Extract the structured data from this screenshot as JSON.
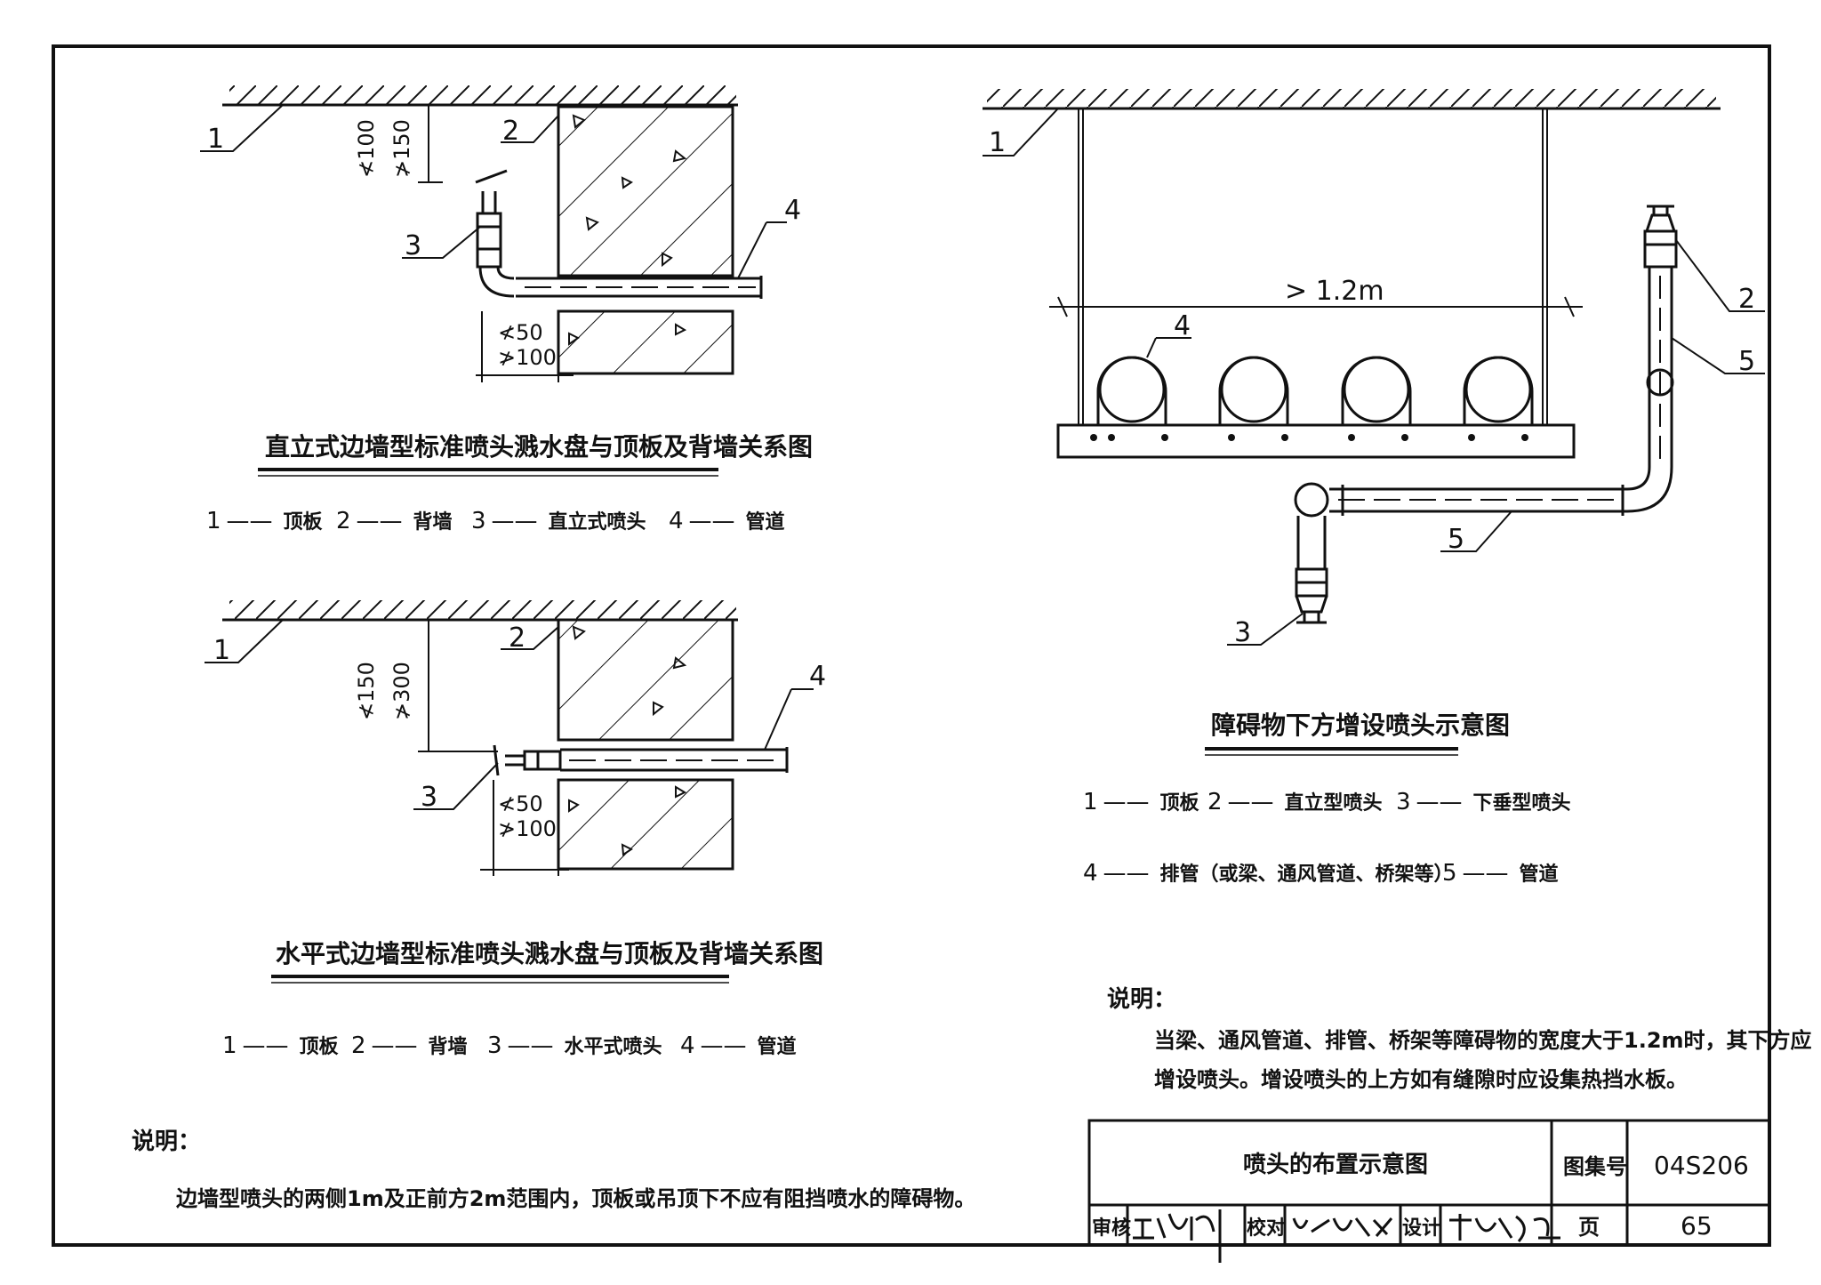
{
  "diagram1": {
    "title": "直立式边墙型标准喷头溅水盘与顶板及背墙关系图",
    "callouts": [
      "1",
      "2",
      "3",
      "4"
    ],
    "dims": {
      "top_a": "≮100",
      "top_b": "≯150",
      "bot_a": "≮50",
      "bot_b": "≯100"
    },
    "legend": [
      {
        "num": "1",
        "dash": "——",
        "label": "顶板"
      },
      {
        "num": "2",
        "dash": "——",
        "label": "背墙"
      },
      {
        "num": "3",
        "dash": "——",
        "label": "直立式喷头"
      },
      {
        "num": "4",
        "dash": "——",
        "label": "管道"
      }
    ]
  },
  "diagram2": {
    "title": "水平式边墙型标准喷头溅水盘与顶板及背墙关系图",
    "callouts": [
      "1",
      "2",
      "3",
      "4"
    ],
    "dims": {
      "top_a": "≮150",
      "top_b": "≯300",
      "bot_a": "≮50",
      "bot_b": "≯100"
    },
    "legend": [
      {
        "num": "1",
        "dash": "——",
        "label": "顶板"
      },
      {
        "num": "2",
        "dash": "——",
        "label": "背墙"
      },
      {
        "num": "3",
        "dash": "——",
        "label": "水平式喷头"
      },
      {
        "num": "4",
        "dash": "——",
        "label": "管道"
      }
    ]
  },
  "diagram3": {
    "title": "障碍物下方增设喷头示意图",
    "callouts": [
      "1",
      "2",
      "3",
      "4",
      "5",
      "5"
    ],
    "dim": "> 1.2m",
    "legend": [
      {
        "num": "1",
        "dash": "——",
        "label": "顶板"
      },
      {
        "num": "2",
        "dash": "——",
        "label": "直立型喷头"
      },
      {
        "num": "3",
        "dash": "——",
        "label": "下垂型喷头"
      },
      {
        "num": "4",
        "dash": "——",
        "label": "排管（或梁、通风管道、桥架等）"
      },
      {
        "num": "5",
        "dash": "——",
        "label": "管道"
      }
    ]
  },
  "note_right": {
    "heading": "说明：",
    "line1": "当梁、通风管道、排管、桥架等障碍物的宽度大于1.2m时，其下方应",
    "line2": "增设喷头。增设喷头的上方如有缝隙时应设集热挡水板。"
  },
  "note_left": {
    "heading": "说明：",
    "line1": "边墙型喷头的两侧1m及正前方2m范围内，顶板或吊顶下不应有阻挡喷水的障碍物。"
  },
  "title_block": {
    "drawing_title": "喷头的布置示意图",
    "atlas_label": "图集号",
    "atlas_no": "04S206",
    "page_label": "页",
    "page_no": "65",
    "review_label": "审核",
    "check_label": "校对",
    "design_label": "设计"
  }
}
